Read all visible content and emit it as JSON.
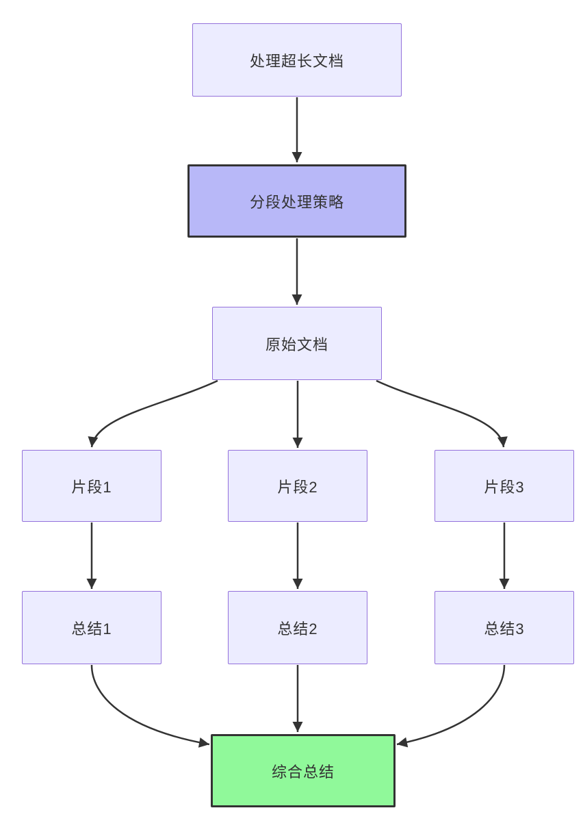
{
  "diagram": {
    "type": "flowchart",
    "direction": "top-down",
    "nodes": [
      {
        "id": "A",
        "label": "处理超长文档",
        "variant": "default"
      },
      {
        "id": "B",
        "label": "分段处理策略",
        "variant": "highlight"
      },
      {
        "id": "C",
        "label": "原始文档",
        "variant": "default"
      },
      {
        "id": "D1",
        "label": "片段1",
        "variant": "default"
      },
      {
        "id": "D2",
        "label": "片段2",
        "variant": "default"
      },
      {
        "id": "D3",
        "label": "片段3",
        "variant": "default"
      },
      {
        "id": "E1",
        "label": "总结1",
        "variant": "default"
      },
      {
        "id": "E2",
        "label": "总结2",
        "variant": "default"
      },
      {
        "id": "E3",
        "label": "总结3",
        "variant": "default"
      },
      {
        "id": "F",
        "label": "综合总结",
        "variant": "success"
      }
    ],
    "edges": [
      {
        "from": "A",
        "to": "B"
      },
      {
        "from": "B",
        "to": "C"
      },
      {
        "from": "C",
        "to": "D1"
      },
      {
        "from": "C",
        "to": "D2"
      },
      {
        "from": "C",
        "to": "D3"
      },
      {
        "from": "D1",
        "to": "E1"
      },
      {
        "from": "D2",
        "to": "E2"
      },
      {
        "from": "D3",
        "to": "E3"
      },
      {
        "from": "E1",
        "to": "F"
      },
      {
        "from": "E2",
        "to": "F"
      },
      {
        "from": "E3",
        "to": "F"
      }
    ],
    "colors": {
      "node_fill": "#ECECFF",
      "node_border": "#9370DB",
      "highlight_fill": "#B8B8F8",
      "highlight_border": "#333333",
      "success_fill": "#90F99A",
      "success_border": "#333333",
      "edge": "#333333",
      "text": "#333333",
      "background": "#FFFFFF"
    }
  }
}
